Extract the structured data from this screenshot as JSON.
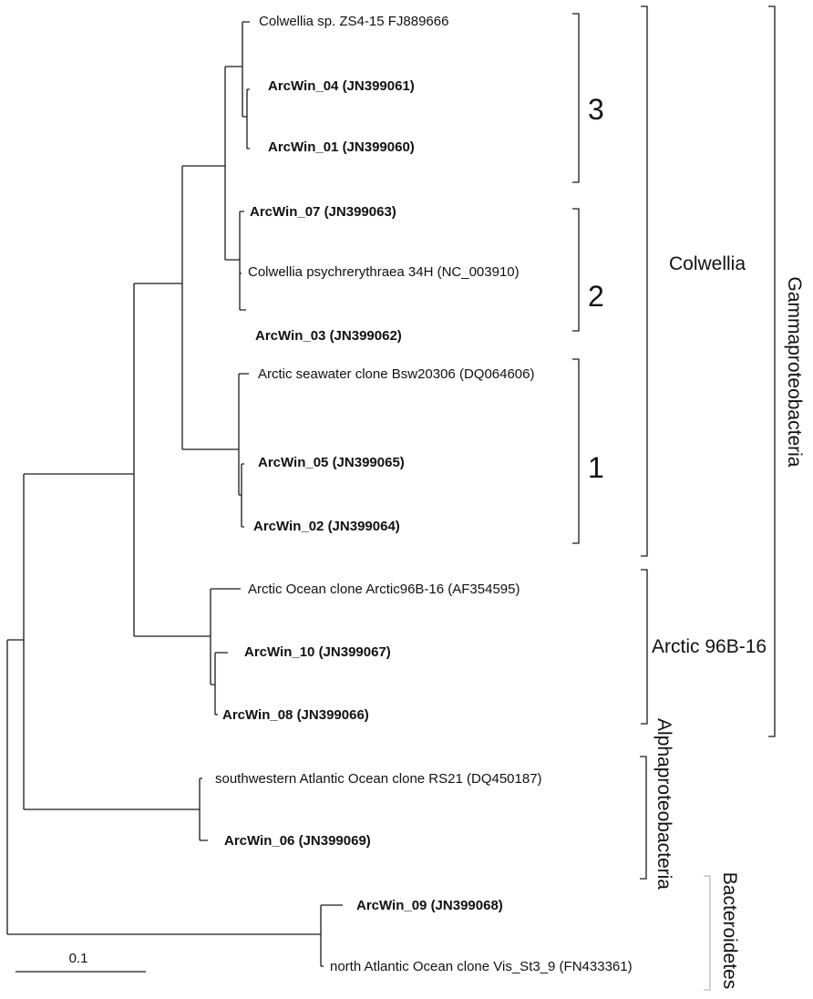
{
  "leaves": [
    {
      "id": "L1",
      "label": "Colwellia sp. ZS4-15 FJ889666",
      "bold": false
    },
    {
      "id": "L2",
      "label": "ArcWin_04 (JN399061)",
      "bold": true
    },
    {
      "id": "L3",
      "label": "ArcWin_01 (JN399060)",
      "bold": true
    },
    {
      "id": "L4",
      "label": "ArcWin_07 (JN399063)",
      "bold": true
    },
    {
      "id": "L5",
      "label": "Colwellia psychrerythraea 34H (NC_003910)",
      "bold": false
    },
    {
      "id": "L6",
      "label": "ArcWin_03 (JN399062)",
      "bold": true
    },
    {
      "id": "L7",
      "label": "Arctic seawater clone Bsw20306 (DQ064606)",
      "bold": false
    },
    {
      "id": "L8",
      "label": "ArcWin_05 (JN399065)",
      "bold": true
    },
    {
      "id": "L9",
      "label": "ArcWin_02 (JN399064)",
      "bold": true
    },
    {
      "id": "L10",
      "label": "Arctic Ocean clone Arctic96B-16 (AF354595)",
      "bold": false
    },
    {
      "id": "L11",
      "label": "ArcWin_10 (JN399067)",
      "bold": true
    },
    {
      "id": "L12",
      "label": "ArcWin_08 (JN399066)",
      "bold": true
    },
    {
      "id": "L13",
      "label": "southwestern Atlantic Ocean clone RS21 (DQ450187)",
      "bold": false
    },
    {
      "id": "L14",
      "label": "ArcWin_06 (JN399069)",
      "bold": true
    },
    {
      "id": "L15",
      "label": "ArcWin_09 (JN399068)",
      "bold": true
    },
    {
      "id": "L16",
      "label": "north Atlantic Ocean clone Vis_St3_9 (FN433361)",
      "bold": false
    }
  ],
  "groups": {
    "g3": {
      "label": "3"
    },
    "g2": {
      "label": "2"
    },
    "g1": {
      "label": "1"
    },
    "colwellia": {
      "label": "Colwellia"
    },
    "arctic96b16": {
      "label": "Arctic 96B-16"
    },
    "alphaproteobacteria": {
      "label": "Alphaproteobacteria"
    },
    "gammaproteobacteria": {
      "label": "Gammaproteobacteria"
    },
    "bacteroidetes": {
      "label": "Bacteroidetes"
    }
  },
  "scale_bar": {
    "label": "0.1"
  }
}
